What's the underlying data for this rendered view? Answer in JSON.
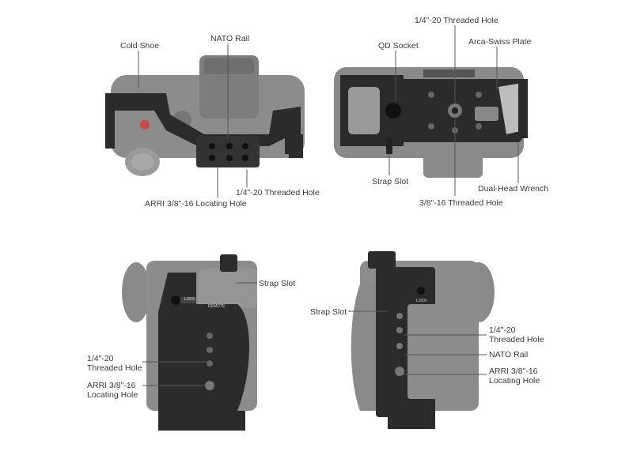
{
  "colors": {
    "cage": "#2b2b2b",
    "camera": "#8a8a8a",
    "leader": "#555555",
    "text": "#3a3a3a"
  },
  "top_view": {
    "cold_shoe": "Cold Shoe",
    "nato_rail": "NATO Rail",
    "threaded_hole": "1/4\"-20 Threaded Hole",
    "arri_hole": "ARRI 3/8\"-16 Locating Hole"
  },
  "bottom_view": {
    "threaded_hole_top": "1/4\"-20 Threaded Hole",
    "qd_socket": "QD Socket",
    "arca_plate": "Arca-Swiss Plate",
    "strap_slot": "Strap Slot",
    "wrench": "Dual-Head Wrench",
    "threaded_hole_bottom": "3/8\"-16 Threaded Hole"
  },
  "left_view": {
    "strap_slot": "Strap Slot",
    "threaded_line1": "1/4\"-20",
    "threaded_line2": "Threaded Hole",
    "arri_line1": "ARRI 3/8\"-16",
    "arri_line2": "Locating Hole",
    "lock_text": "LOCK",
    "remote_text": "REMOTE"
  },
  "right_view": {
    "strap_slot": "Strap Slot",
    "threaded_line1": "1/4\"-20",
    "threaded_line2": "Threaded Hole",
    "nato_rail": "NATO Rail",
    "arri_line1": "ARRI 3/8\"-16",
    "arri_line2": "Locating Hole",
    "lock_text": "LOCK"
  }
}
